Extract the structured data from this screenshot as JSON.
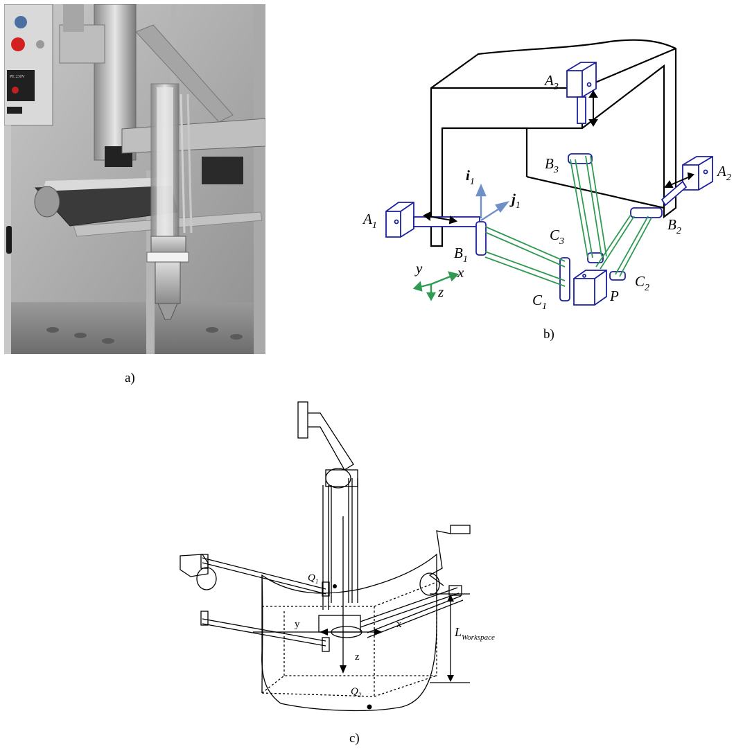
{
  "captions": {
    "a": "a)",
    "b": "b)",
    "c": "c)"
  },
  "photo": {
    "panel_label": "PE 230V"
  },
  "schematic": {
    "actuators": [
      {
        "letter": "A",
        "sub": "1"
      },
      {
        "letter": "A",
        "sub": "2"
      },
      {
        "letter": "A",
        "sub": "3"
      }
    ],
    "joints_b": [
      {
        "letter": "B",
        "sub": "1"
      },
      {
        "letter": "B",
        "sub": "2"
      },
      {
        "letter": "B",
        "sub": "3"
      }
    ],
    "joints_c": [
      {
        "letter": "C",
        "sub": "1"
      },
      {
        "letter": "C",
        "sub": "2"
      },
      {
        "letter": "C",
        "sub": "3"
      }
    ],
    "platform": "P",
    "unit_vectors": [
      {
        "letter": "i",
        "sub": "1"
      },
      {
        "letter": "j",
        "sub": "1"
      }
    ],
    "axes": {
      "x": "x",
      "y": "y",
      "z": "z"
    },
    "colors": {
      "frame": "#000000",
      "actuator": "#1a1f9e",
      "link": "#2e9a52",
      "vector": "#6f8fc8",
      "axes": "#2e9a52"
    }
  },
  "workspace": {
    "points": [
      {
        "letter": "Q",
        "sub": "1"
      },
      {
        "letter": "Q",
        "sub": "2"
      }
    ],
    "axes": {
      "x": "x",
      "y": "y",
      "z": "z"
    },
    "dimension": {
      "letter": "L",
      "sub": "Workspace"
    }
  }
}
